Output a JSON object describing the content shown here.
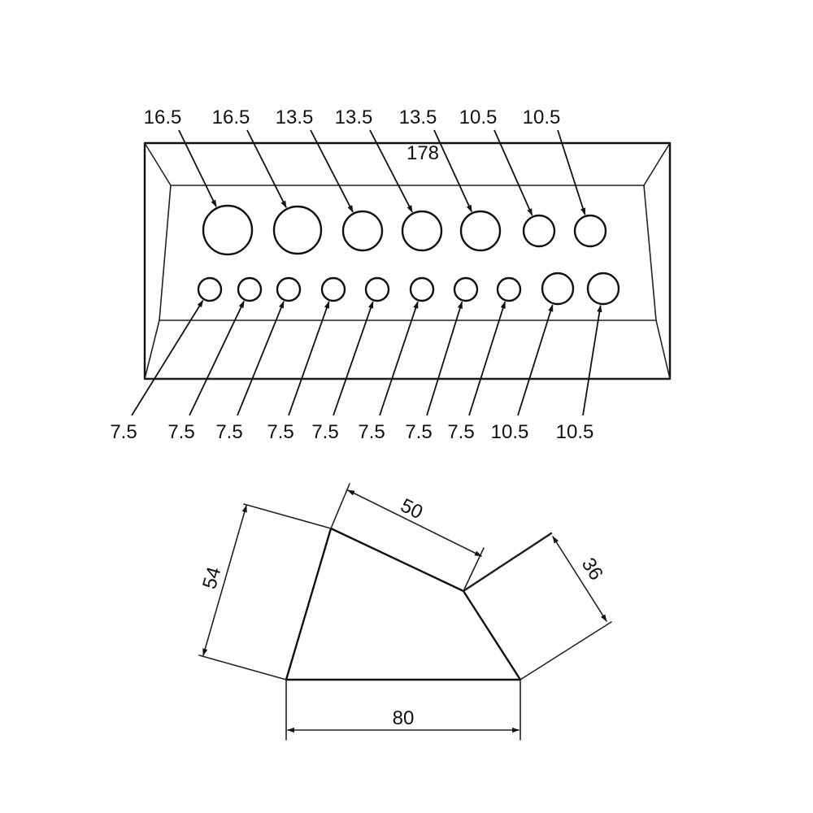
{
  "plate": {
    "width_label": "178",
    "top_row": [
      "16.5",
      "16.5",
      "13.5",
      "13.5",
      "13.5",
      "10.5",
      "10.5"
    ],
    "bottom_row": [
      "7.5",
      "7.5",
      "7.5",
      "7.5",
      "7.5",
      "7.5",
      "7.5",
      "7.5",
      "10.5",
      "10.5"
    ]
  },
  "profile": {
    "dim_left": "54",
    "dim_top": "50",
    "dim_right": "36",
    "dim_bottom": "80"
  }
}
